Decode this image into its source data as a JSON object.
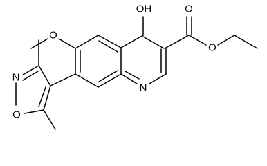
{
  "molecule": {
    "atoms": {
      "hydroxyl": "OH",
      "methoxy_oxygen": "O",
      "ester_carbonyl_oxygen": "O",
      "ester_ether_oxygen": "O",
      "quinoline_nitrogen": "N",
      "isoxazole_nitrogen": "N",
      "isoxazole_oxygen": "O"
    }
  }
}
